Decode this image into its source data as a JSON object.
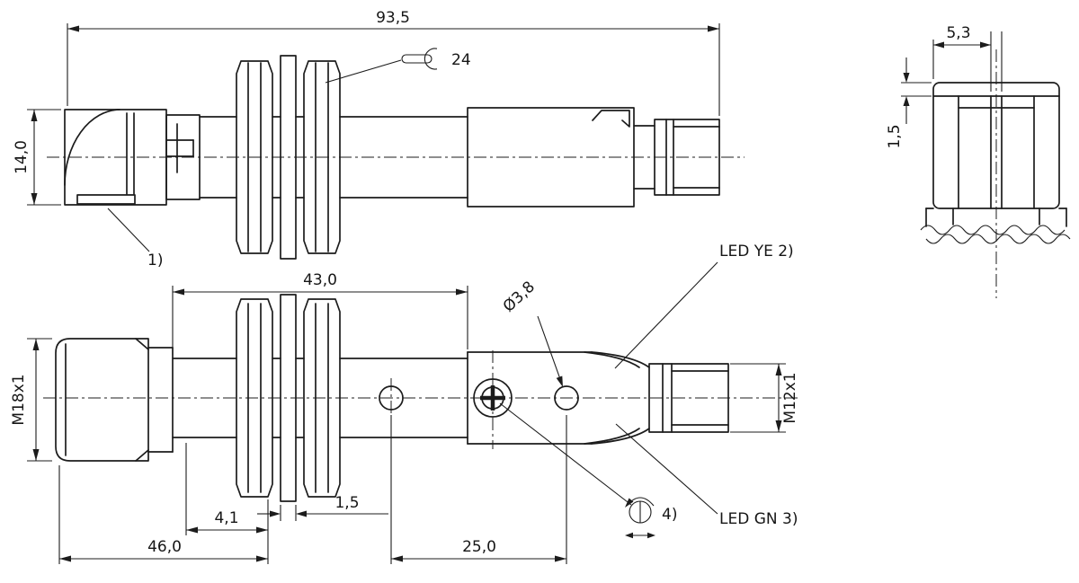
{
  "drawing": {
    "side_view": {
      "dim_overall_length": "93,5",
      "dim_head_height": "14,0",
      "wrench_size": "24",
      "note_1": "1)"
    },
    "top_view": {
      "dim_thread_length": "43,0",
      "dim_hole_diameter": "Ø3,8",
      "label_led_yellow": "LED YE 2)",
      "label_led_green": "LED GN 3)",
      "thread_barrel": "M18x1",
      "thread_connector": "M12x1",
      "dim_nut_offset": "4,1",
      "dim_washer_thickness": "1,5",
      "dim_mount_length": "46,0",
      "dim_hole_spacing": "25,0",
      "note_4": "4)"
    },
    "end_view": {
      "dim_slot_offset": "5,3",
      "dim_lip_height": "1,5"
    },
    "colors": {
      "line": "#1c1c1c",
      "background": "#ffffff"
    }
  }
}
